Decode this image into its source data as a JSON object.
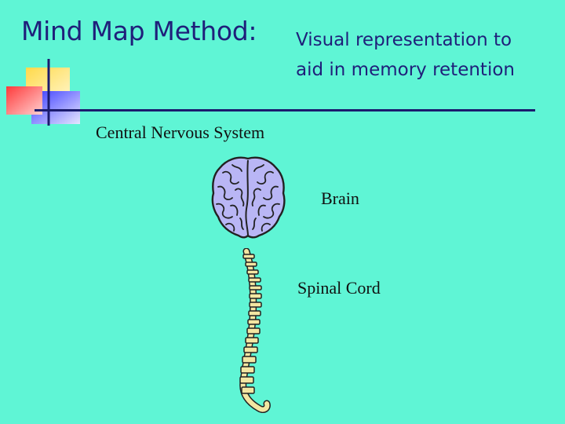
{
  "slide": {
    "title": "Mind Map Method:",
    "subtitle_line1": "Visual representation to",
    "subtitle_line2": "aid in memory retention",
    "central_label": "Central Nervous System",
    "brain_label": "Brain",
    "spine_label": "Spinal Cord"
  },
  "icons": {
    "brain": "brain-icon",
    "spine": "spinal-cord-icon",
    "decoration": "color-blocks-decoration"
  },
  "colors": {
    "background": "#5ff5d5",
    "title_text": "#1f1f7a",
    "rule": "#1b1b6e",
    "brain_fill": "#b9b6f5",
    "spine_fill": "#f3e6a2"
  }
}
